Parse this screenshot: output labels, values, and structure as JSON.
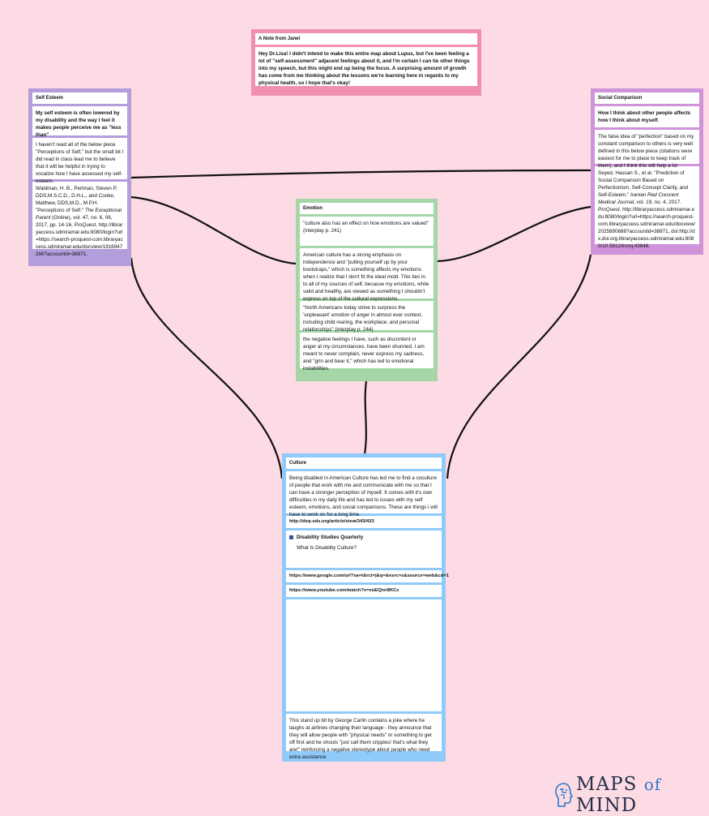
{
  "note": {
    "title": "A Note from Janel",
    "text": "Hey Dr.Lisa! I didn't intend to make this entire map about Lupus, but I've been feeling a lot of \"self-assessment\" adjacent feelings about it, and I'm certain I can tie other things into my speech, but this might end up being the focus. A surprising amount of growth has come from me thinking about the lessons we're learning here in regards to my physical health, so I hope that's okay!"
  },
  "self_esteem": {
    "title": "Self Esteem",
    "card1": "My self esteem is often lowered by my disability and the way I feel it makes people perceive me as \"less than\"",
    "card2": "I haven't read all of the below piece \"Perceptions of Self,\" but the small bit I did read in class lead me to believe that it will be helpful in trying to vocalize how I have assessed my self-esteem.",
    "citation_a": "Waldman, H. B., Perlman, Steven P, DDS,M.S.C.D., D.H.L., and Cooke, Matthew, DDS,M.D., M.P.H. \"Perceptions of Self.\" ",
    "citation_b": "The Exceptional Parent",
    "citation_c": " (Online), vol. 47, no. 6, 06, 2017, pp. 14-16. ",
    "citation_d": "ProQuest",
    "citation_e": ", http://libraryaccess.sdmiramar.edu:8080/login?url=https://search-proquest-com.libraryaccess.sdmiramar.edu/docview/1916947266?accountid=38871."
  },
  "social": {
    "title": "Social Comparison",
    "card1": "How I think about other people affects how I think about myself.",
    "card2": "The false idea of \"perfection\" based on my constant comparison to others is very well defined in this below piece (citations were easiest for me to place to keep track of them), and I think this will help a lot",
    "citation_a": "Seyed, Hassan S., et al. \"Prediction of Social Comparison Based on Perfectionism, Self-Concept Clarity, and Self-Esteem.\" ",
    "citation_b": "Iranian Red Crescent Medical Journal",
    "citation_c": ", vol. 19, no. 4, 2017. ",
    "citation_d": "ProQuest",
    "citation_e": ", http://libraryaccess.sdmiramar.edu:8080/login?url=https://search-proquest-com.libraryaccess.sdmiramar.edu/docview/2025890688?accountid=38871, doi:http://dx.doi.org.libraryaccess.sdmiramar.edu:8080/10.5812/ircmj.43648."
  },
  "emotion": {
    "title": "Emotion",
    "card1": "\"culture also has an effect on how emotions are valued\" (interplay p. 241)",
    "card2": "American culture has a strong emphasis on independence and \"pulling yourself up by your bootstraps,\" which is something affects my emotions when I realize that I don't fit the ideal mold. This ties in to all of my sources of self, because my emotions, while  valid and healthy, are viewed as something I shouldn't express on top of the cultural expressions.",
    "card3": "\"North Americans today strive to surpress the 'unpleasant' emotion of anger in almost ever context, including child rearing, the workplace, and personal relationships\" (interplay p. 244)",
    "card4": "the negative feelings I have, such as discontent or anger at my circumstances, have been shunned. I am meant to never complain, never express my sadness, and \"grin and bear it,\" which has led to emotional instabilities."
  },
  "culture": {
    "title": "Culture",
    "card1": "Being disabled in American Culture has led me to find a coculture of people that work with me and communicate with me so that I can have a stronger perception of myself. It comes with it's own difficulties in my daily life and has led to issues with my self esteem, emotions, and social comparisons. These are things i will have to work on for a long time.",
    "link1": "http://dsq-sds.org/article/view/343/433",
    "preview_title": "Disability Studies Quarterly",
    "preview_desc": "What Is Disability Culture?",
    "link2": "https://www.google.com/url?sa=t&rct=j&q=&esrc=s&source=web&cd=1",
    "link3": "https://www.youtube.com/watch?v=vuEQixr8KCc",
    "card_last": "This stand up bit by George Carlin contains a joke where he laughs at airlines changing their language - they announce that they will allow people with \"physical needs\" or something to get off first and he shouts \"just call them cripples! that's what they are!\" reinforcing a negative stereotype about people who need extra assistance"
  },
  "logo": {
    "maps": "MAPS",
    "of": "of",
    "mind": "MIND"
  },
  "colors": {
    "background": "#fddbe4",
    "note": "#f08fb0",
    "self_esteem": "#b39ddb",
    "social": "#ce93d8",
    "emotion": "#a5d6a7",
    "culture": "#90caf9"
  }
}
